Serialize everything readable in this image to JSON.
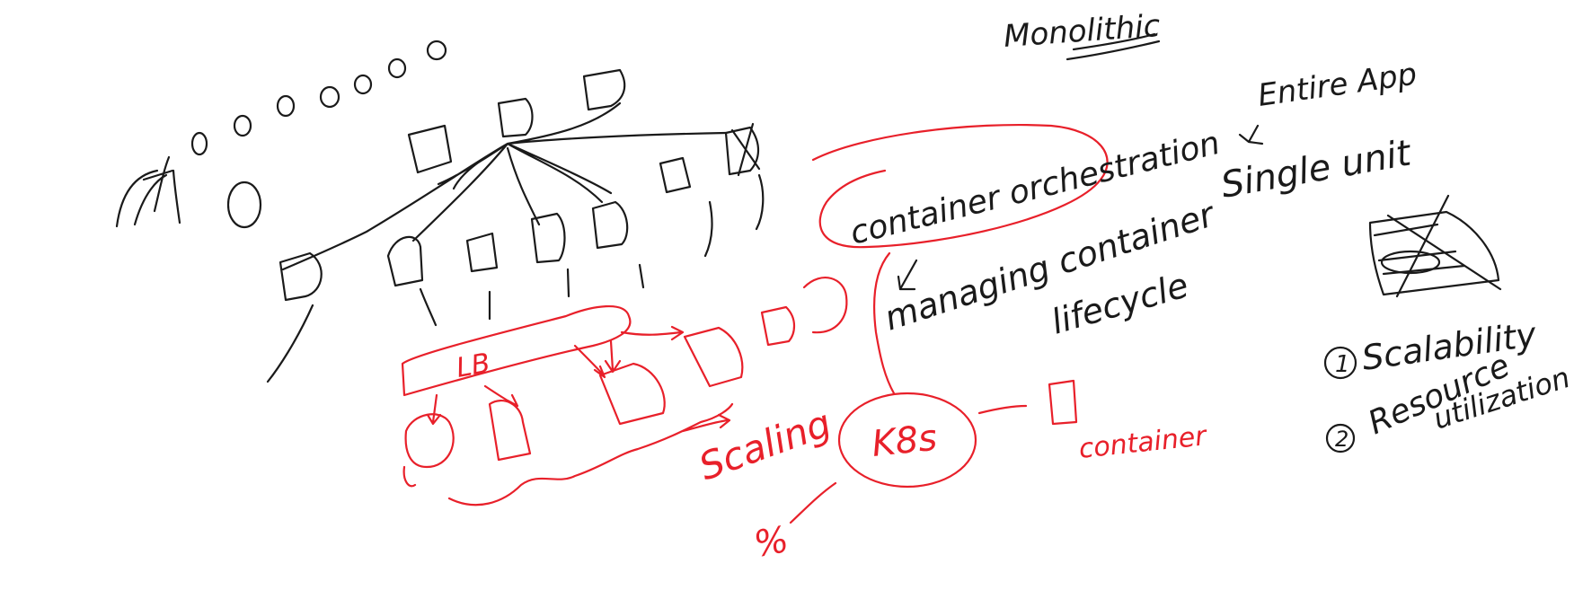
{
  "colors": {
    "ink": "#1a1a1a",
    "accent": "#e8202a",
    "background": "#ffffff"
  },
  "labels": {
    "monolithic": "Monolithic",
    "entire_app": "Entire App",
    "single_unit": "Single unit",
    "orchestration": "container orchestration",
    "managing": "managing container",
    "lifecycle": "lifecycle",
    "lb": "LB",
    "scaling": "Scaling",
    "k8s": "K8s",
    "container": "container",
    "percent": "%",
    "point1_num": "1",
    "point1": "Scalability",
    "point2_num": "2",
    "point2a": "Resource",
    "point2b": "utilization"
  }
}
